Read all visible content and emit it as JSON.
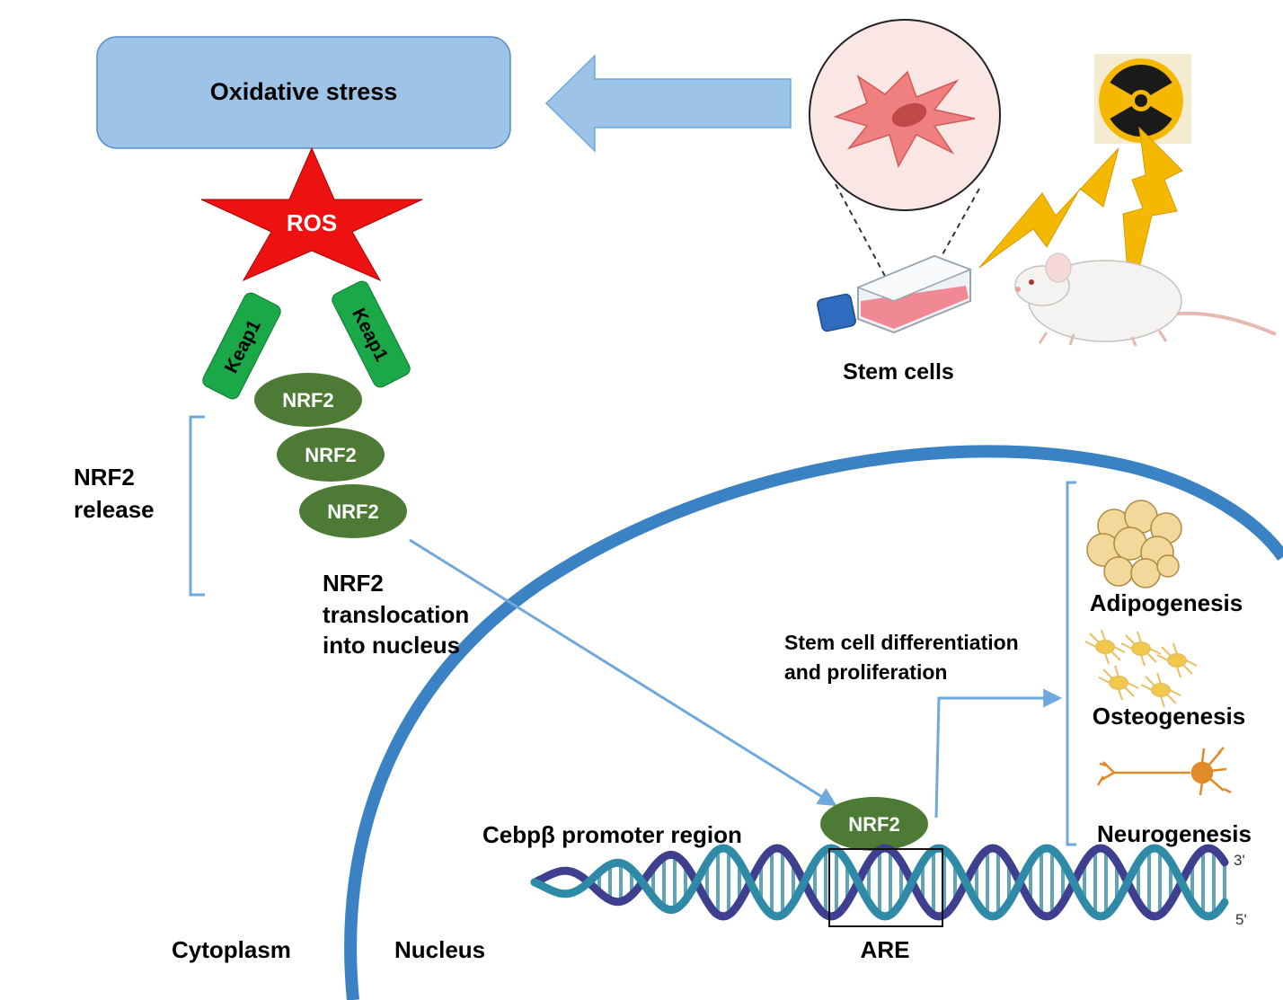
{
  "oxidative_stress": "Oxidative stress",
  "ros": "ROS",
  "keap1_left": "Keap1",
  "keap1_right": "Keap1",
  "nrf2_1": "NRF2",
  "nrf2_2": "NRF2",
  "nrf2_3": "NRF2",
  "nrf2_release": [
    "NRF2",
    "release"
  ],
  "nrf2_translocation": [
    "NRF2",
    "translocation",
    "into nucleus"
  ],
  "stem_cells": "Stem cells",
  "differentiation": [
    "Stem cell differentiation",
    "and proliferation"
  ],
  "adipogenesis": "Adipogenesis",
  "osteogenesis": "Osteogenesis",
  "neurogenesis": "Neurogenesis",
  "promoter": "Cebpβ promoter region",
  "nrf2_nucleus": "NRF2",
  "are": "ARE",
  "cytoplasm": "Cytoplasm",
  "nucleus": "Nucleus",
  "dna_3prime": "3'",
  "dna_5prime": "5'",
  "colors": {
    "box_fill": "#9dc3e6",
    "box_stroke": "#5b8ec4",
    "ros_star": "#ee1111",
    "keap1": "#1aa848",
    "nrf2": "#4d7a35",
    "membrane": "#3b82c4",
    "arrow": "#6fa8dc",
    "lightning": "#f5b800"
  },
  "icons": [
    "stem-cell-icon",
    "cell-flask-icon",
    "radiation-icon",
    "lightning-icon",
    "mouse-icon",
    "adipocyte-icon",
    "osteocyte-icon",
    "neuron-icon",
    "dna-icon"
  ]
}
